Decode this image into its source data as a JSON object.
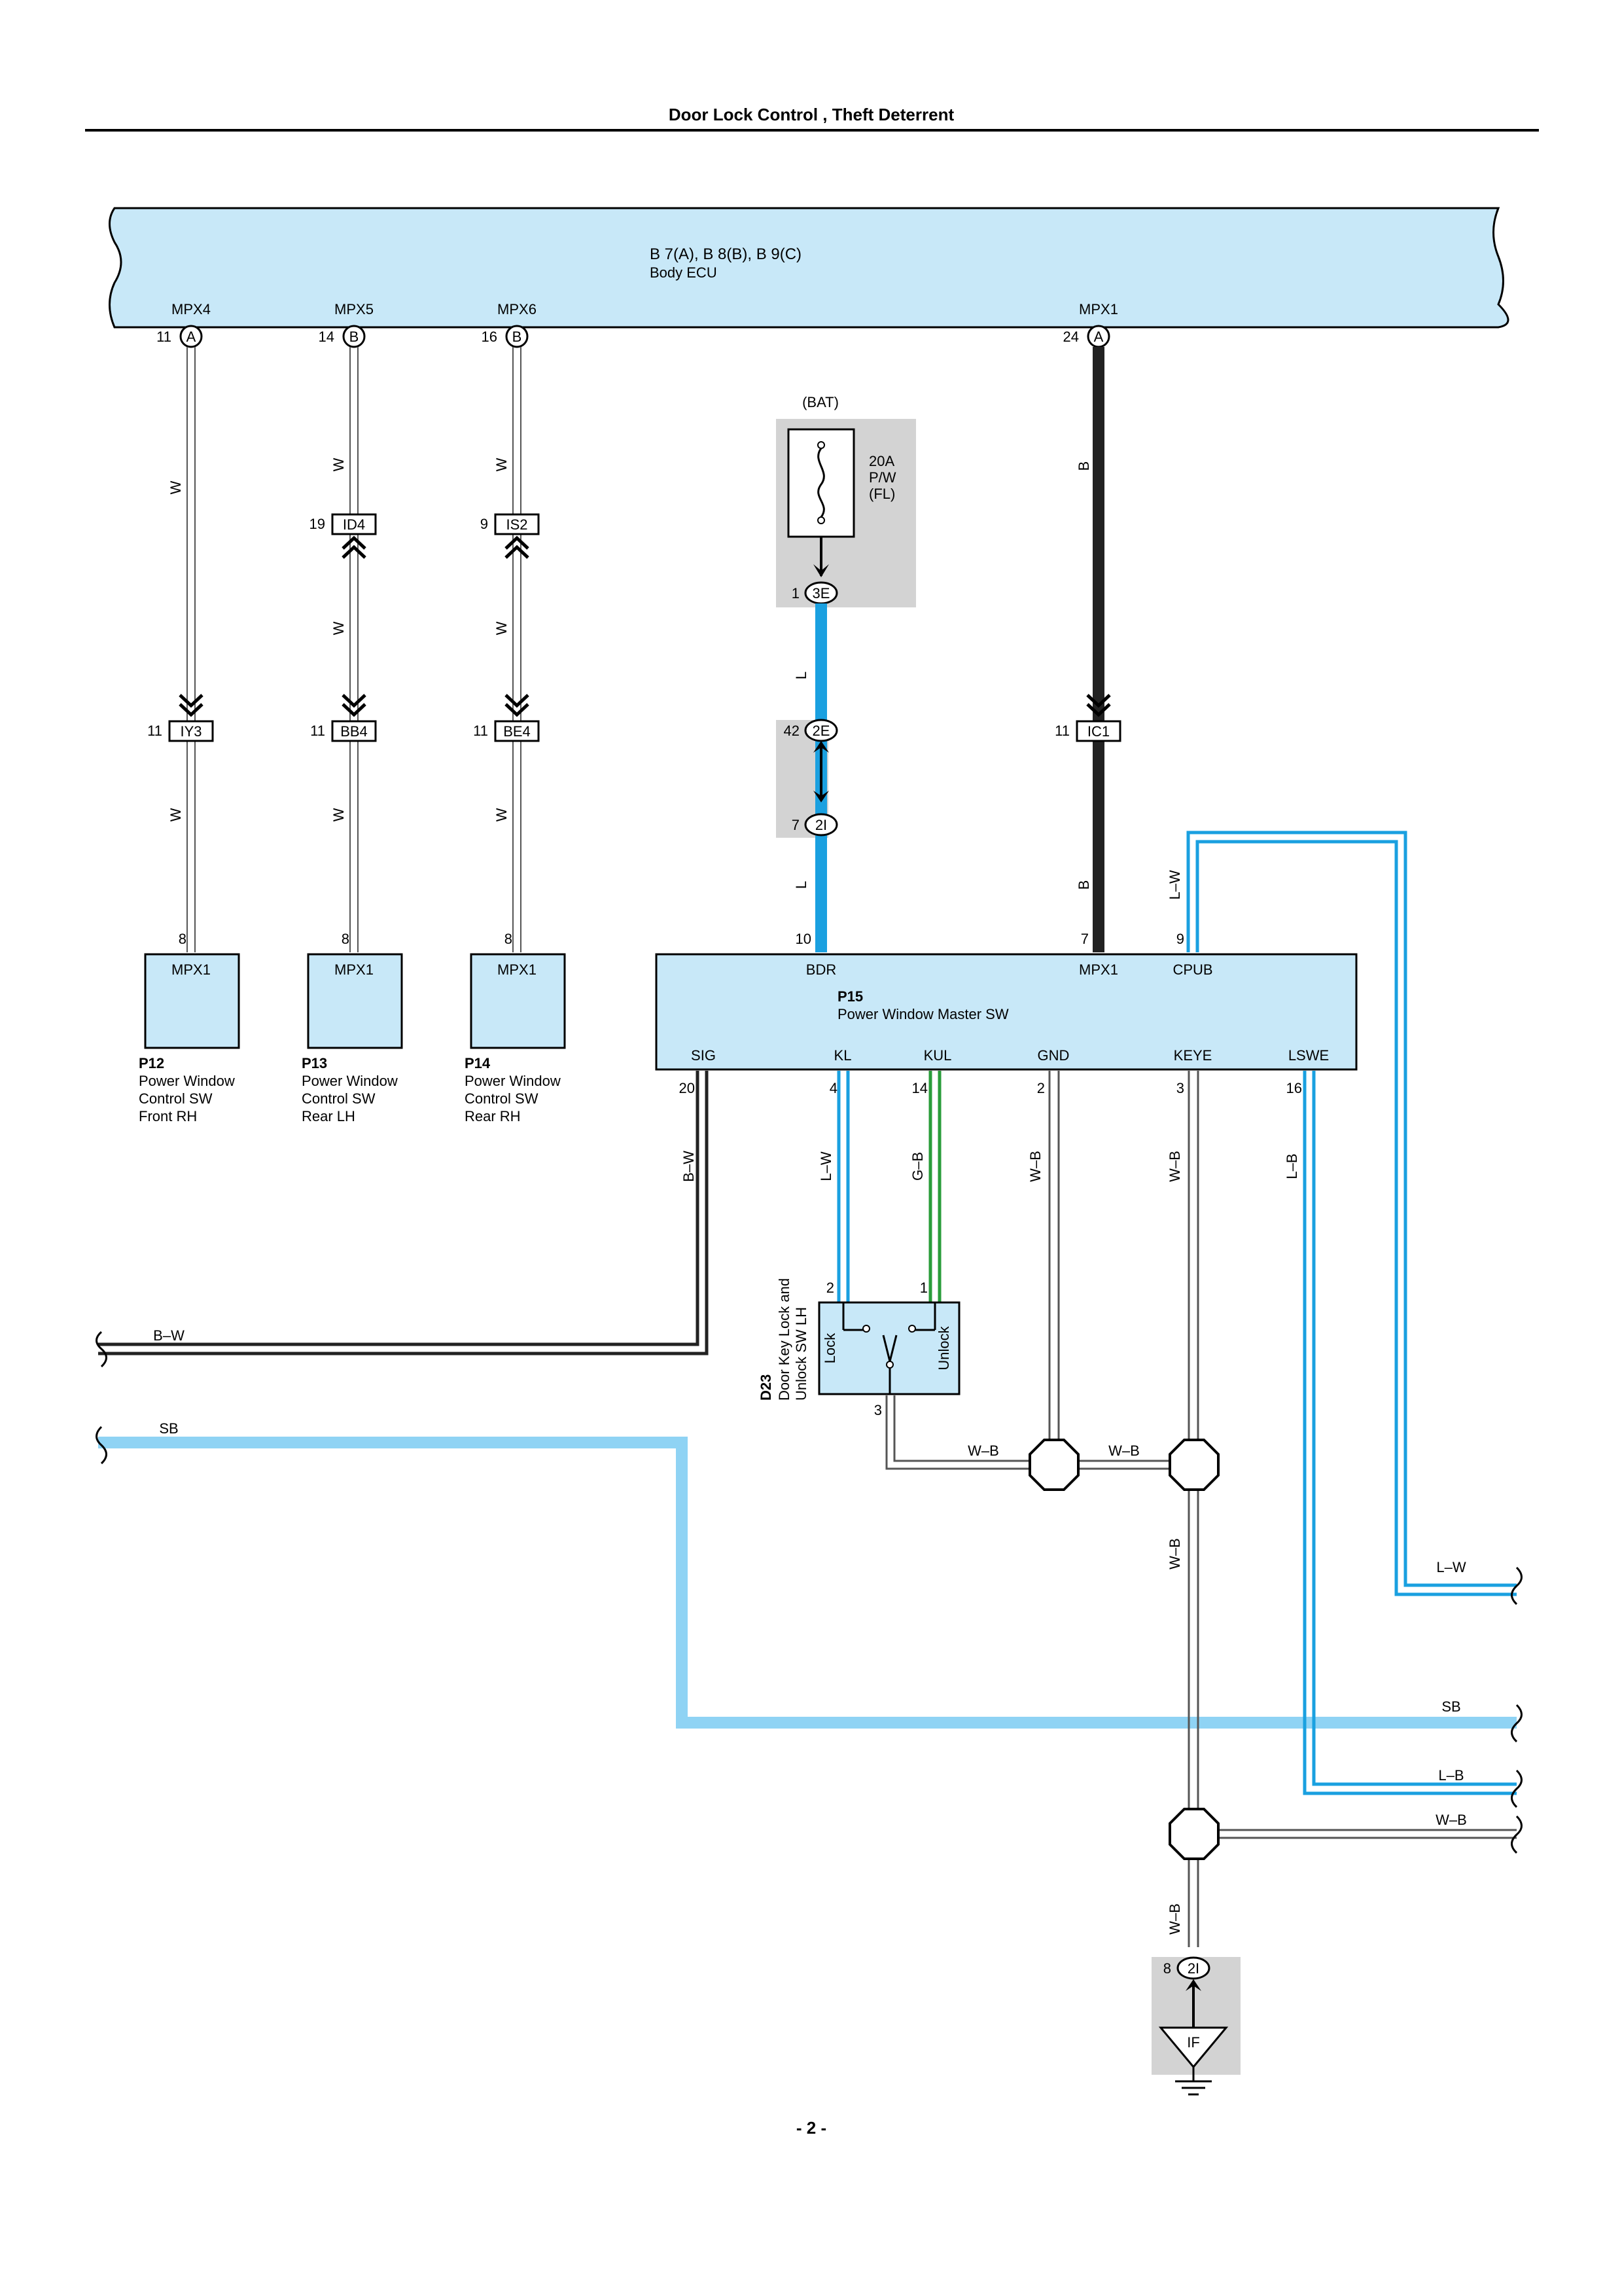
{
  "header": {
    "title": "Door Lock Control , Theft Deterrent"
  },
  "footer": {
    "page": "- 2 -"
  },
  "ecu": {
    "id": "B 7(A), B 8(B), B 9(C)",
    "name": "Body ECU",
    "terminals": [
      {
        "name": "MPX4",
        "pin": "11",
        "conn": "A"
      },
      {
        "name": "MPX5",
        "pin": "14",
        "conn": "B"
      },
      {
        "name": "MPX6",
        "pin": "16",
        "conn": "B"
      },
      {
        "name": "MPX1",
        "pin": "24",
        "conn": "A"
      }
    ]
  },
  "fuse": {
    "source": "(BAT)",
    "rating": "20A",
    "name": "P/W",
    "location": "(FL)",
    "pin": "1",
    "conn": "3E"
  },
  "junctions": [
    {
      "pin": "19",
      "conn": "ID4"
    },
    {
      "pin": "9",
      "conn": "IS2"
    },
    {
      "pin": "11",
      "conn": "IY3"
    },
    {
      "pin": "11",
      "conn": "BB4"
    },
    {
      "pin": "11",
      "conn": "BE4"
    },
    {
      "pin": "42",
      "conn": "2E"
    },
    {
      "pin": "7",
      "conn": "2I"
    },
    {
      "pin": "11",
      "conn": "IC1"
    },
    {
      "pin": "8",
      "conn": "2I"
    }
  ],
  "wire_colors": {
    "W": "W",
    "B": "B",
    "L": "L",
    "LW": "L–W",
    "BW": "B–W",
    "GB": "G–B",
    "WB": "W–B",
    "LB": "L–B",
    "SB": "SB"
  },
  "sub_switches": [
    {
      "id": "P12",
      "line1": "Power Window",
      "line2": "Control SW",
      "line3": "Front RH",
      "terminal": "MPX1",
      "pin": "8"
    },
    {
      "id": "P13",
      "line1": "Power Window",
      "line2": "Control SW",
      "line3": "Rear LH",
      "terminal": "MPX1",
      "pin": "8"
    },
    {
      "id": "P14",
      "line1": "Power Window",
      "line2": "Control SW",
      "line3": "Rear RH",
      "terminal": "MPX1",
      "pin": "8"
    }
  ],
  "master_switch": {
    "id": "P15",
    "name": "Power Window Master SW",
    "top_terminals": [
      {
        "name": "BDR",
        "pin": "10"
      },
      {
        "name": "MPX1",
        "pin": "7"
      },
      {
        "name": "CPUB",
        "pin": "9"
      }
    ],
    "bottom_terminals": [
      {
        "name": "SIG",
        "pin": "20"
      },
      {
        "name": "KL",
        "pin": "4"
      },
      {
        "name": "KUL",
        "pin": "14"
      },
      {
        "name": "GND",
        "pin": "2"
      },
      {
        "name": "KEYE",
        "pin": "3"
      },
      {
        "name": "LSWE",
        "pin": "16"
      }
    ]
  },
  "door_switch": {
    "id": "D23",
    "line1": "Door Key Lock and",
    "line2": "Unlock SW LH",
    "lock": "Lock",
    "unlock": "Unlock",
    "pins": [
      "2",
      "1",
      "3"
    ]
  },
  "ground": {
    "label": "IF"
  },
  "colors": {
    "blue_wire": "#1aa0e0",
    "sb_wire": "#8fd3f4",
    "green_wire": "#2a9d3a",
    "box_fill": "#c8e8f8",
    "shade": "#d3d3d3"
  }
}
